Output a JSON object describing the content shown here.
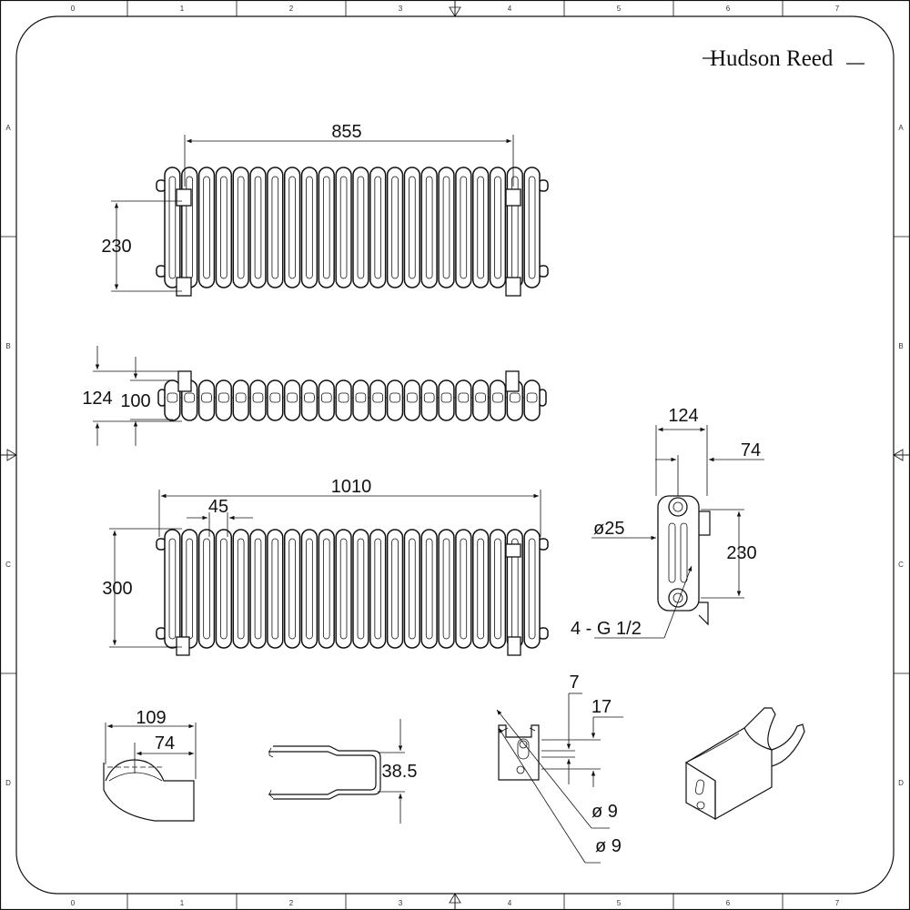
{
  "brand": "Hudson Reed",
  "frame": {
    "top_ticks": [
      "0",
      "1",
      "2",
      "3",
      "4",
      "5",
      "6",
      "7"
    ],
    "side_ticks": [
      "A",
      "B",
      "C",
      "D"
    ]
  },
  "dimensions": {
    "front_top_width": "855",
    "front_top_height": "230",
    "plan_depth_outer": "124",
    "plan_depth_inner": "100",
    "front_bottom_width": "1010",
    "column_pitch": "45",
    "front_bottom_height": "300",
    "side_width": "124",
    "side_offset": "74",
    "side_pipe_dia": "ø25",
    "side_height": "230",
    "side_thread": "4  -  G 1/2",
    "bracket_width": "109",
    "bracket_inner": "74",
    "clip_height": "38.5",
    "wall_a": "7",
    "wall_b": "17",
    "hole_a": "ø 9",
    "hole_b": "ø 9"
  }
}
